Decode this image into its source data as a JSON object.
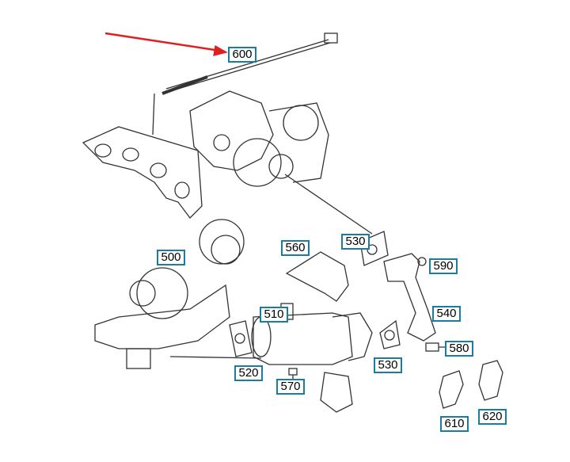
{
  "colors": {
    "label_border": "#1b7d9e",
    "arrow": "#e02020",
    "line": "#333333"
  },
  "labels": [
    {
      "id": "600",
      "text": "600"
    },
    {
      "id": "560",
      "text": "560"
    },
    {
      "id": "530a",
      "text": "530"
    },
    {
      "id": "590",
      "text": "590"
    },
    {
      "id": "500",
      "text": "500"
    },
    {
      "id": "510",
      "text": "510"
    },
    {
      "id": "540",
      "text": "540"
    },
    {
      "id": "580",
      "text": "580"
    },
    {
      "id": "520",
      "text": "520"
    },
    {
      "id": "530b",
      "text": "530"
    },
    {
      "id": "570",
      "text": "570"
    },
    {
      "id": "610",
      "text": "610"
    },
    {
      "id": "620",
      "text": "620"
    }
  ]
}
